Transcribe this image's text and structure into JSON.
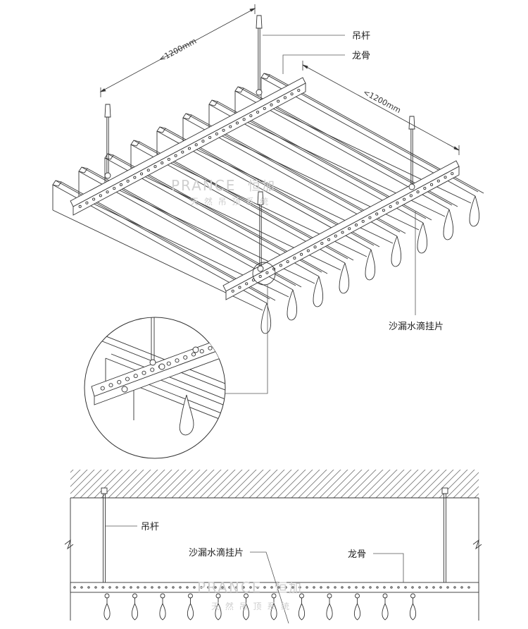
{
  "labels": {
    "hanger_rod": "吊杆",
    "keel": "龙骨",
    "baffle_clip": "沙漏水滴挂片"
  },
  "dimensions": {
    "span_left": "<1200mm",
    "span_right": "<1200mm"
  },
  "watermark": {
    "brand": "PRANCE",
    "brand_cn": "恒加",
    "slogan": "天 然 吊 顶 系 统"
  },
  "colors": {
    "line": "#333333",
    "leader": "#555555",
    "hatch": "#777777"
  }
}
